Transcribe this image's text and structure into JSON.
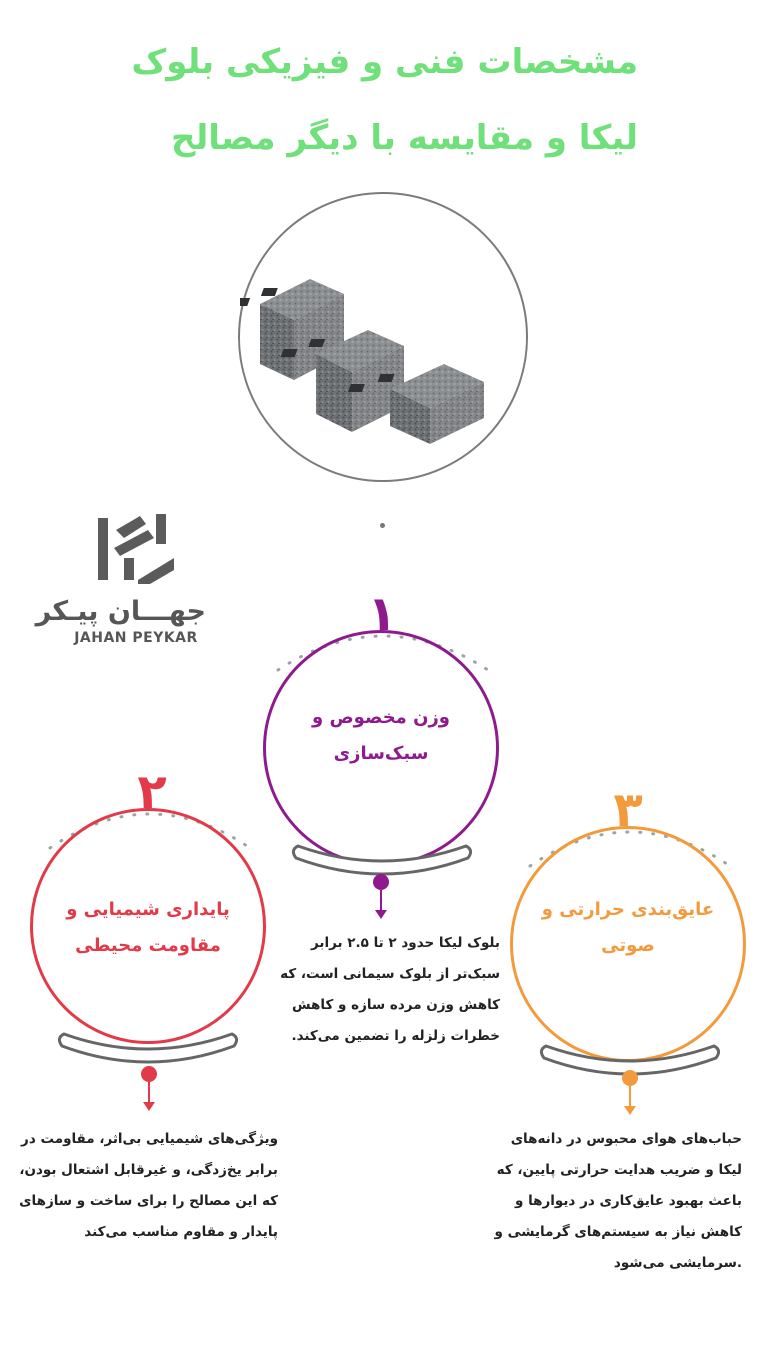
{
  "title": {
    "line1": "مشخصات فنی و فیزیکی بلوک",
    "line2": "لیکا و مقایسه با دیگر مصالح"
  },
  "hero": {
    "icon": "lica-blocks-photo"
  },
  "brand": {
    "name_fa": "جهـــان پیـکر",
    "name_en": "JAHAN PEYKAR",
    "icon": "jahan-peykar-logo-icon"
  },
  "colors": {
    "title": "#6fe07a",
    "item1": "#8e1a8e",
    "item2": "#e23a48",
    "item3": "#f39a3c",
    "gray": "#666666",
    "dots": "#9aa5a5"
  },
  "items": [
    {
      "number": "۱",
      "label_line1": "وزن مخصوص و",
      "label_line2": "سبک‌سازی",
      "desc": [
        "بلوک لیکا حدود ۲ تا ۲.۵ برابر",
        "سبک‌تر از بلوک سیمانی است، که",
        "کاهش وزن مرده سازه و کاهش",
        "خطرات زلزله را تضمین می‌کند."
      ]
    },
    {
      "number": "۲",
      "label_line1": "پایداری شیمیایی و",
      "label_line2": "مقاومت محیطی",
      "desc": [
        "ویژگی‌های شیمیایی بی‌اثر، مقاومت در",
        "برابر یخ‌زدگی، و غیرقابل اشتعال بودن،",
        "که این مصالح را برای ساخت و سازهای",
        "پایدار و مقاوم مناسب می‌کند"
      ]
    },
    {
      "number": "۳",
      "label_line1": "عایق‌بندی حرارتی و",
      "label_line2": "صوتی",
      "desc": [
        "حباب‌های هوای محبوس در دانه‌های",
        "لیکا و ضریب هدایت حرارتی پایین، که",
        "باعث بهبود عایق‌کاری در دیوارها و",
        "کاهش نیاز به سیستم‌های گرمایشی و",
        ".سرمایشی می‌شود"
      ]
    }
  ]
}
